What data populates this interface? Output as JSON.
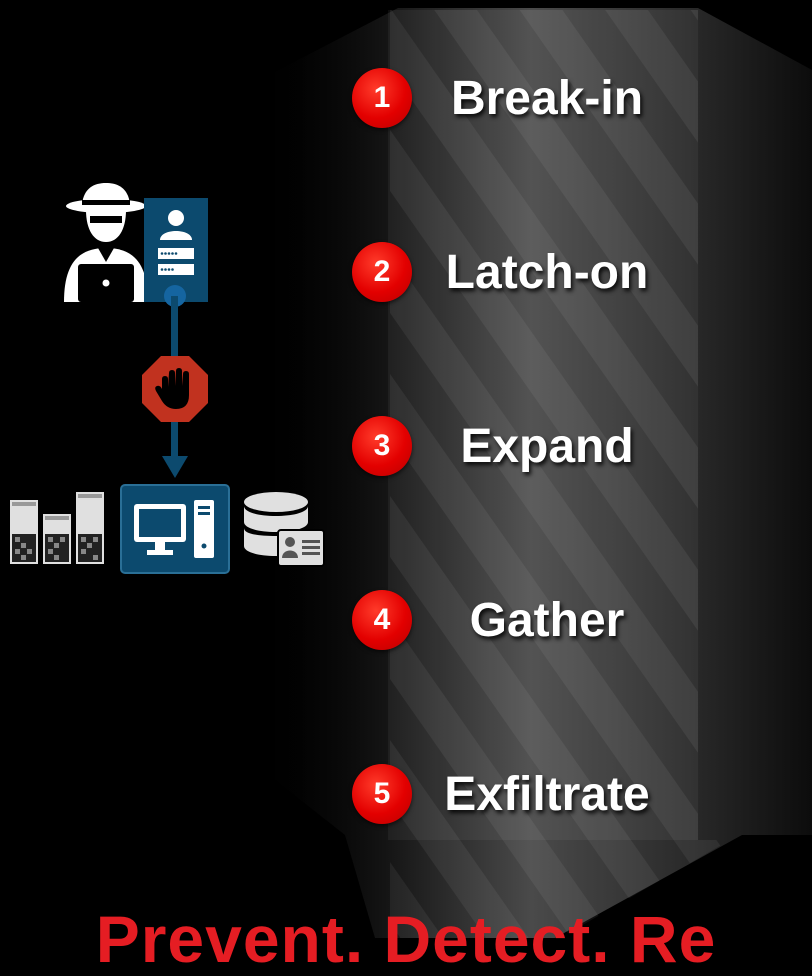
{
  "steps": [
    {
      "number": "1",
      "label": "Break-in"
    },
    {
      "number": "2",
      "label": "Latch-on"
    },
    {
      "number": "3",
      "label": "Expand"
    },
    {
      "number": "4",
      "label": "Gather"
    },
    {
      "number": "5",
      "label": "Exfiltrate"
    }
  ],
  "bottom_text": "Prevent. Detect. Re",
  "colors": {
    "badge_red": "#e30000",
    "stop_red": "#c1321f",
    "dark_blue": "#0c4a6e",
    "label_white": "#ffffff",
    "bottom_text_red": "#e51d23"
  },
  "icons": [
    "hacker-icon",
    "login-card-icon",
    "stop-hand-icon",
    "server-rack-icon",
    "desktop-computer-icon",
    "database-icon"
  ]
}
